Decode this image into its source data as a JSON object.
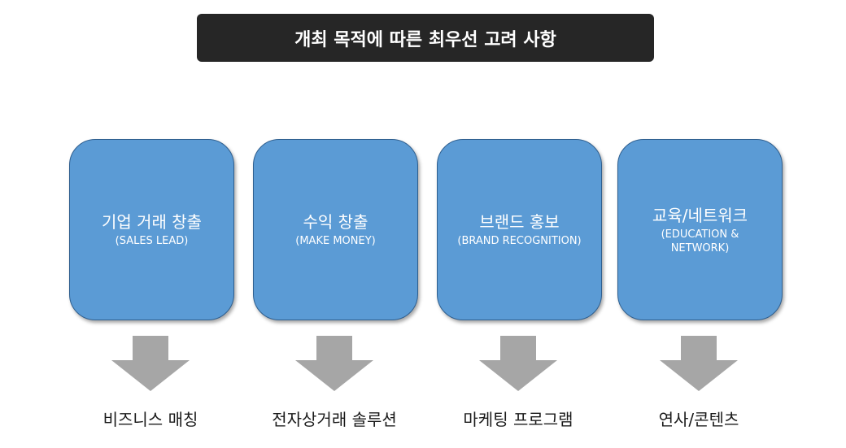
{
  "title": "개최 목적에 따른 최우선 고려 사항",
  "columns": [
    {
      "title": "기업 거래 창출",
      "subtitle": "(SALES LEAD)",
      "outcome": "비즈니스 매칭"
    },
    {
      "title": "수익 창출",
      "subtitle": "(MAKE MONEY)",
      "outcome": "전자상거래 솔루션"
    },
    {
      "title": "브랜드 홍보",
      "subtitle": "(BRAND RECOGNITION)",
      "outcome": "마케팅 프로그램"
    },
    {
      "title": "교육/네트워크",
      "subtitle": "(EDUCATION & NETWORK)",
      "outcome": "연사/콘텐츠"
    }
  ],
  "colors": {
    "card": "#5b9bd5",
    "title_bar": "#262626",
    "arrow": "#a6a6a6"
  },
  "icons": {
    "arrow": "down-arrow-icon"
  }
}
